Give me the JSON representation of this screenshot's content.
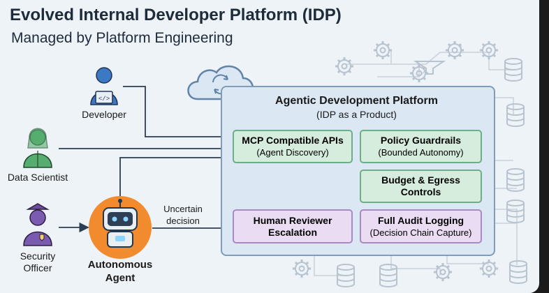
{
  "title": "Evolved Internal Developer Platform (IDP)",
  "subtitle": "Managed by Platform Engineering",
  "actors": {
    "developer": "Developer",
    "data_scientist": "Data Scientist",
    "security_officer": "Security Officer",
    "agent": "Autonomous Agent"
  },
  "edge_label": "Uncertain decision",
  "platform": {
    "title": "Agentic Development Platform",
    "subtitle": "(IDP as a Product)"
  },
  "boxes": {
    "mcp": {
      "title": "MCP Compatible APIs",
      "sub": "(Agent Discovery)"
    },
    "policy": {
      "title": "Policy Guardrails",
      "sub": "(Bounded Autonomy)"
    },
    "budget": {
      "title": "Budget & Egress Controls"
    },
    "human": {
      "title": "Human Reviewer Escalation"
    },
    "audit": {
      "title": "Full Audit Logging",
      "sub": "(Decision Chain Capture)"
    }
  },
  "colors": {
    "green_fill": "#d6ecdc",
    "purple_fill": "#eadcf2",
    "agent_orange": "#f28a2e",
    "person_blue": "#3d78c4"
  }
}
